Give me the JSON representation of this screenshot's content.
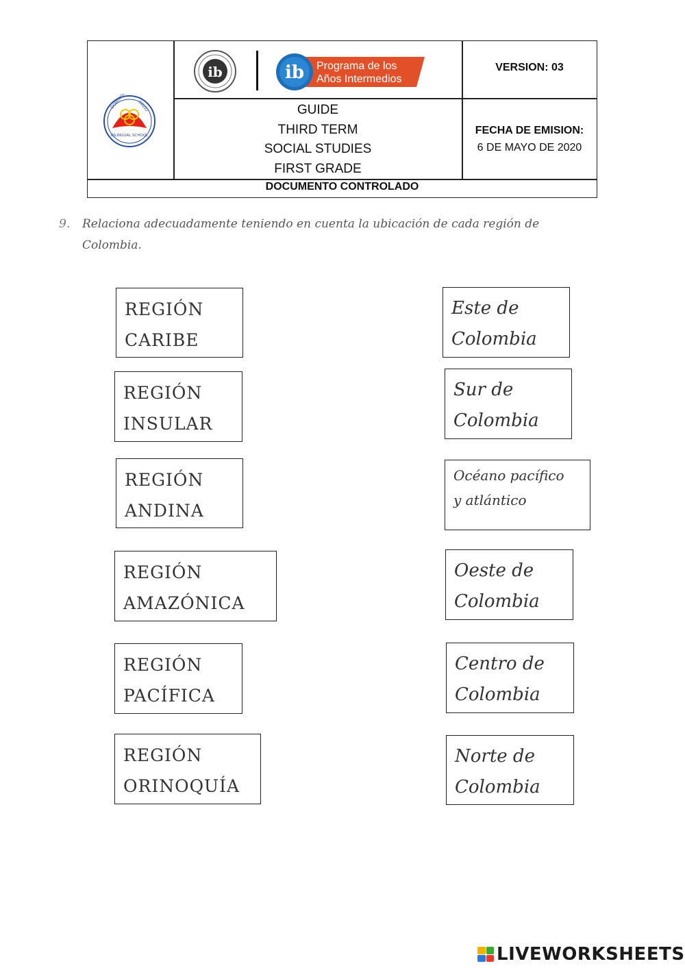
{
  "header": {
    "school_logo": {
      "name": "domingo-savio-logo",
      "text_top_left": "DOMINGO",
      "text_top_right": "SAVIO",
      "text_bottom": "BILINGUAL SCHOOL"
    },
    "ib_seal": {
      "name": "ib-world-school-seal",
      "text": "ib"
    },
    "myp_logo": {
      "name": "ib-myp-logo",
      "line1": "Programa de los",
      "line2": "Años Intermedios"
    },
    "guide_lines": [
      "GUIDE",
      "THIRD TERM",
      "SOCIAL STUDIES",
      "FIRST GRADE"
    ],
    "version": "VERSION: 03",
    "fecha_label": "FECHA DE EMISION:",
    "fecha_value": "6 DE MAYO DE 2020",
    "controlled": "DOCUMENTO CONTROLADO"
  },
  "instruction": {
    "number": "9.",
    "line1": "Relaciona adecuadamente teniendo en cuenta la ubicación de cada región de",
    "line2": "Colombia."
  },
  "regions": [
    {
      "line1": "REGIÓN",
      "line2": "CARIBE"
    },
    {
      "line1": "REGIÓN",
      "line2": "INSULAR"
    },
    {
      "line1": "REGIÓN",
      "line2": "ANDINA"
    },
    {
      "line1": "REGIÓN",
      "line2": "AMAZÓNICA"
    },
    {
      "line1": "REGIÓN",
      "line2": "PACÍFICA"
    },
    {
      "line1": "REGIÓN",
      "line2": "ORINOQUÍA"
    }
  ],
  "locations": [
    {
      "line1": "Este de",
      "line2": "Colombia"
    },
    {
      "line1": "Sur de",
      "line2": "Colombia"
    },
    {
      "line1": "Océano pacífico",
      "line2": "y atlántico"
    },
    {
      "line1": "Oeste de",
      "line2": "Colombia"
    },
    {
      "line1": "Centro de",
      "line2": "Colombia"
    },
    {
      "line1": "Norte de",
      "line2": "Colombia"
    }
  ],
  "footer": {
    "brand_icon": "liveworksheets-icon",
    "brand": "LIVEWORKSHEETS",
    "icon_colors": [
      "#f2b200",
      "#3aa935",
      "#2b7bd6",
      "#e63b2e"
    ]
  }
}
